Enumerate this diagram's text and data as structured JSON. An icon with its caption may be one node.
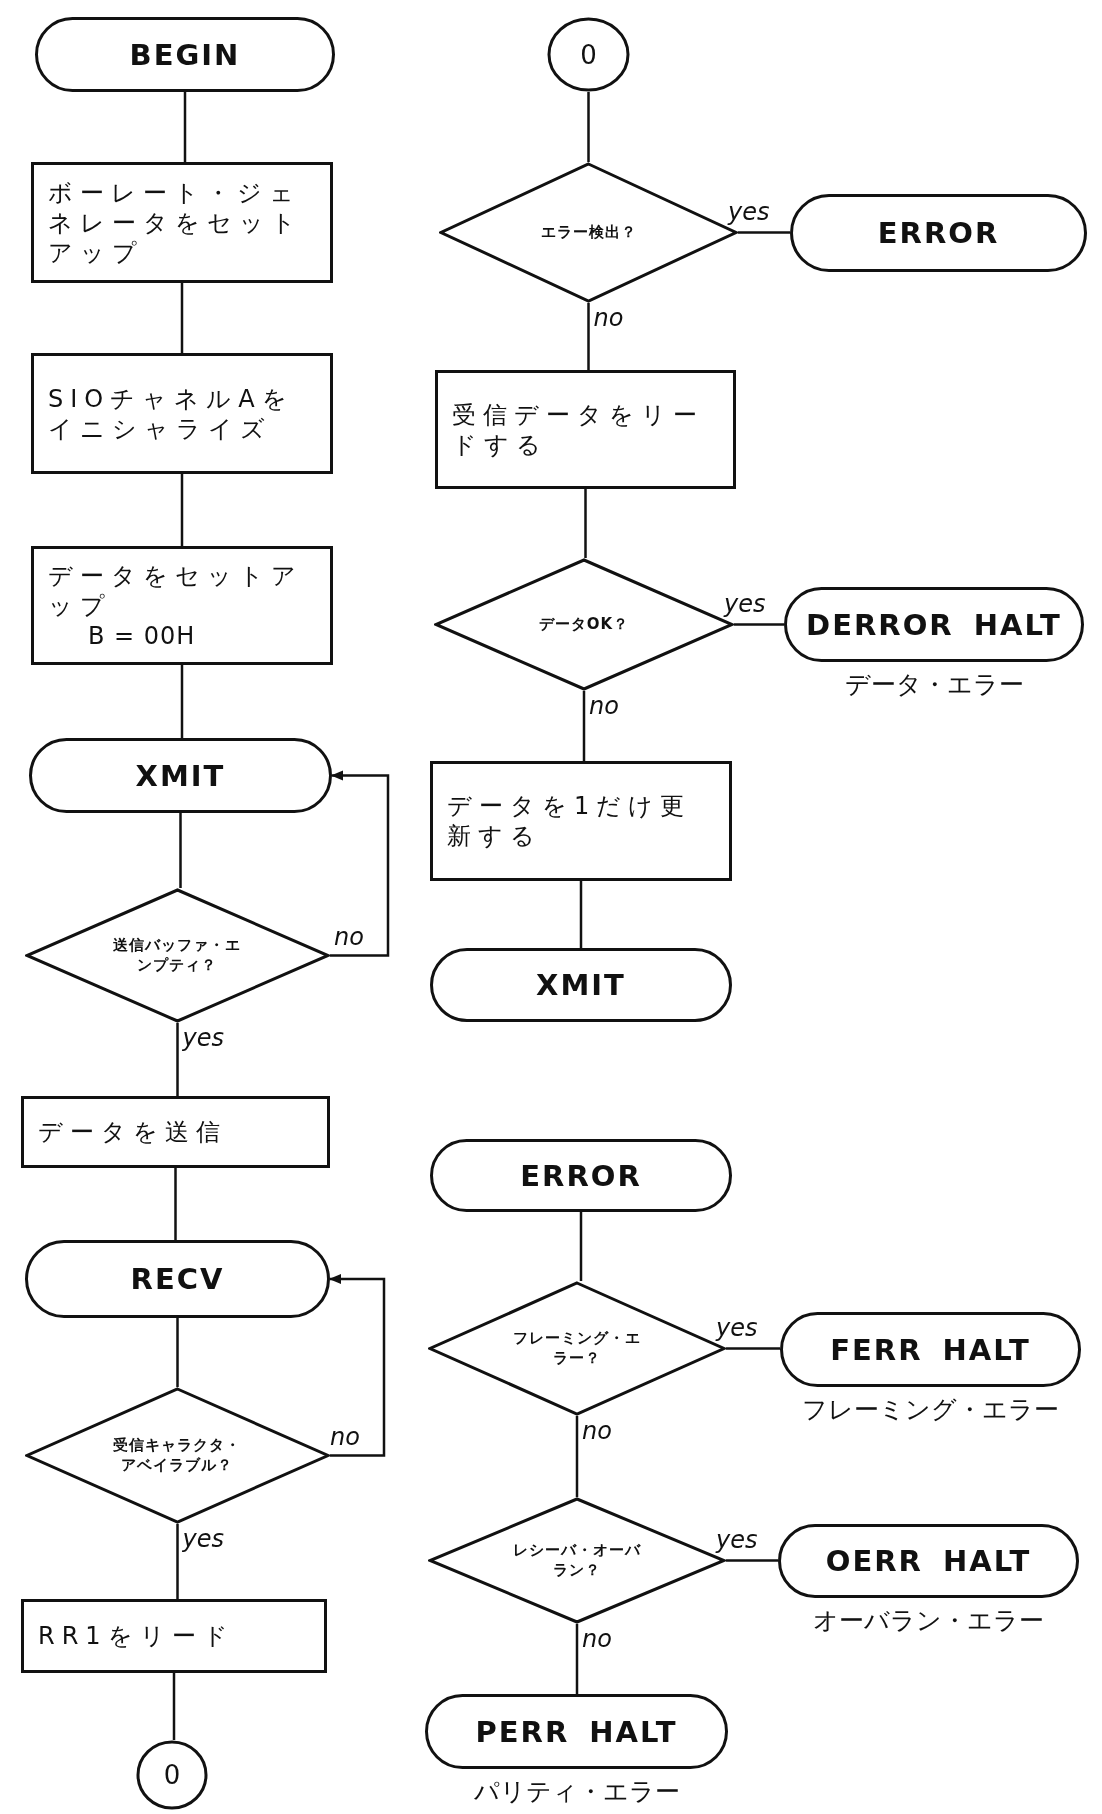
{
  "diagram": {
    "nodes": [
      {
        "text": [
          "BEGIN"
        ]
      },
      {
        "text": [
          "ボーレート・ジェネレータをセットアップ"
        ]
      },
      {
        "text": [
          "SIOチャネルAをイニシャライズ"
        ]
      },
      {
        "text": [
          "データをセットアップ",
          "B = 00H"
        ]
      },
      {
        "text": [
          "XMIT"
        ]
      },
      {
        "text": [
          "送信バッファ・エンプティ？"
        ]
      },
      {
        "text": [
          "データを送信"
        ]
      },
      {
        "text": [
          "RECV"
        ]
      },
      {
        "text": [
          "受信キャラクタ・アベイラブル？"
        ]
      },
      {
        "text": [
          "RR1をリード"
        ]
      },
      {
        "text": [
          "0"
        ]
      },
      {
        "text": [
          "0"
        ]
      },
      {
        "text": [
          "エラー検出？"
        ]
      },
      {
        "text": [
          "ERROR"
        ]
      },
      {
        "text": [
          "受信データをリードする"
        ]
      },
      {
        "text": [
          "データOK？"
        ]
      },
      {
        "text": [
          "DERROR HALT"
        ],
        "beside": [
          "データ・エラー"
        ]
      },
      {
        "text": [
          "データを1だけ更新する"
        ]
      },
      {
        "text": [
          "XMIT"
        ]
      },
      {
        "text": [
          "ERROR"
        ]
      },
      {
        "text": [
          "フレーミング・エラー？"
        ]
      },
      {
        "text": [
          "FERR HALT"
        ],
        "beside": [
          "フレーミング・エラー"
        ]
      },
      {
        "text": [
          "レシーバ・オーバラン？"
        ]
      },
      {
        "text": [
          "OERR HALT"
        ],
        "beside": [
          "オーバラン・エラー"
        ]
      },
      {
        "text": [
          "PERR HALT"
        ],
        "beside": [
          "パリティ・エラー"
        ]
      }
    ],
    "edges": [
      {
        "from": 0,
        "to": 1,
        "arrow": "none"
      },
      {
        "from": 1,
        "to": 2,
        "arrow": "none"
      },
      {
        "from": 2,
        "to": 3,
        "arrow": "none"
      },
      {
        "from": 3,
        "to": 4,
        "arrow": "none"
      },
      {
        "from": 4,
        "to": 5,
        "arrow": "none"
      },
      {
        "from": 5,
        "to": 4,
        "arrow": "to",
        "label": "no"
      },
      {
        "from": 5,
        "to": 6,
        "arrow": "none",
        "label": "yes"
      },
      {
        "from": 6,
        "to": 7,
        "arrow": "none"
      },
      {
        "from": 7,
        "to": 8,
        "arrow": "none"
      },
      {
        "from": 8,
        "to": 7,
        "arrow": "to",
        "label": "no"
      },
      {
        "from": 8,
        "to": 9,
        "arrow": "none",
        "label": "yes"
      },
      {
        "from": 9,
        "to": 10,
        "arrow": "none"
      },
      {
        "from": 11,
        "to": 12,
        "arrow": "none"
      },
      {
        "from": 12,
        "to": 13,
        "arrow": "none",
        "label": "yes"
      },
      {
        "from": 12,
        "to": 14,
        "arrow": "none",
        "label": "no"
      },
      {
        "from": 14,
        "to": 15,
        "arrow": "none"
      },
      {
        "from": 15,
        "to": 16,
        "arrow": "none",
        "label": "yes"
      },
      {
        "from": 15,
        "to": 17,
        "arrow": "none",
        "label": "no"
      },
      {
        "from": 17,
        "to": 18,
        "arrow": "none"
      },
      {
        "from": 19,
        "to": 20,
        "arrow": "none"
      },
      {
        "from": 20,
        "to": 21,
        "arrow": "none",
        "label": "yes"
      },
      {
        "from": 20,
        "to": 22,
        "arrow": "none",
        "label": "no"
      },
      {
        "from": 22,
        "to": 23,
        "arrow": "none",
        "label": "yes"
      },
      {
        "from": 22,
        "to": 24,
        "arrow": "none",
        "label": "no"
      }
    ]
  }
}
